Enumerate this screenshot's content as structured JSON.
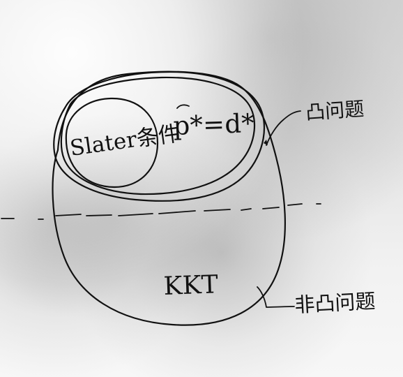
{
  "diagram": {
    "labels": {
      "inner": "Slater条件",
      "optimal": "p*=d*",
      "convex": "凸问题",
      "kkt": "KKT",
      "nonconvex": "非凸问题"
    }
  }
}
